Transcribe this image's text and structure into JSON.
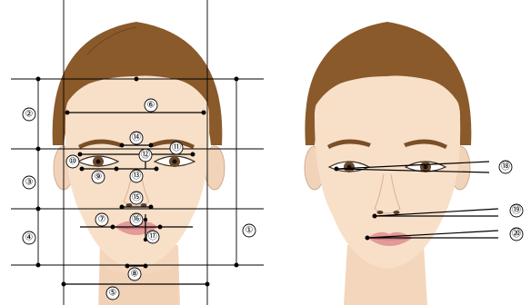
{
  "figure": {
    "left_panel": {
      "markers": [
        "①",
        "②",
        "③",
        "④",
        "⑤",
        "⑥",
        "⑦",
        "⑧",
        "⑨",
        "⑩",
        "⑪",
        "⑫",
        "⑬",
        "⑭",
        "⑮",
        "⑯",
        "⑰"
      ]
    },
    "right_panel": {
      "markers": [
        "⑱",
        "⑲",
        "⑳"
      ]
    }
  },
  "colors": {
    "skin": "#f6dcc4",
    "skin_shadow": "#e7c3a4",
    "hair": "#8a5a2b",
    "hair_dark": "#6e4520",
    "lips": "#e39a98",
    "lines": "#000000"
  }
}
